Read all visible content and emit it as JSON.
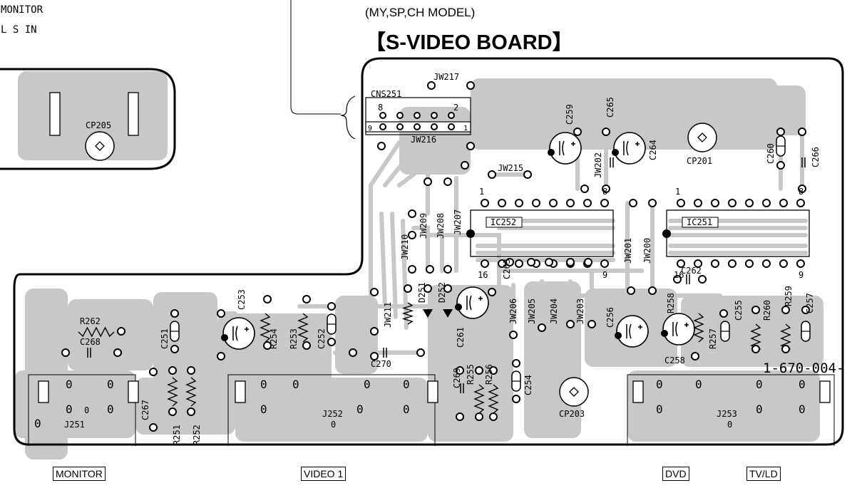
{
  "header": {
    "subtitle": "(MY,SP,CH MODEL)",
    "title": "【S-VIDEO BOARD】"
  },
  "left_fragment": {
    "label_monitor": "MONITOR",
    "label_in": "L S IN",
    "cp_label": "CP205"
  },
  "board": {
    "part_number": "1-670-004-",
    "connectors": {
      "cns": "CNS251",
      "pin8": "8",
      "pin2": "2",
      "pin9": "9",
      "pin1": "1"
    },
    "ics": [
      {
        "name": "IC252",
        "pin1": "1",
        "pin8": "8",
        "pin16": "16",
        "pin9": "9"
      },
      {
        "name": "IC251",
        "pin1": "1",
        "pin8": "8",
        "pin16": "16",
        "pin9": "9"
      }
    ],
    "jumpers": [
      "JW217",
      "JW216",
      "JW215",
      "JW202",
      "JW207",
      "JW208",
      "JW209",
      "JW210",
      "JW211",
      "JW206",
      "JW205",
      "JW204",
      "JW203",
      "JW201",
      "JW200"
    ],
    "capacitors": [
      "C259",
      "C265",
      "C264",
      "C260",
      "C266",
      "C263",
      "C253",
      "C251",
      "C268",
      "C252",
      "C270",
      "C261",
      "C269",
      "C267",
      "C254",
      "C256",
      "C262",
      "C255",
      "C257",
      "C258"
    ],
    "resistors": [
      "R262",
      "R254",
      "R253",
      "R251",
      "R252",
      "R255",
      "R256",
      "R258",
      "R257",
      "R260",
      "R259"
    ],
    "diodes": [
      "D251",
      "D252"
    ],
    "test_points": [
      "CP201",
      "CP203"
    ],
    "jacks": [
      "J251",
      "J252",
      "J253"
    ],
    "jack_center_label": "0",
    "jack_pin_label": "0"
  },
  "bottom_labels": {
    "monitor": "MONITOR",
    "video1": "VIDEO 1",
    "dvd": "DVD",
    "tvld": "TV/LD"
  },
  "colors": {
    "copper": "#c8c8c8",
    "trace": "#c8c8c8",
    "outline": "#000000",
    "background": "#ffffff"
  }
}
